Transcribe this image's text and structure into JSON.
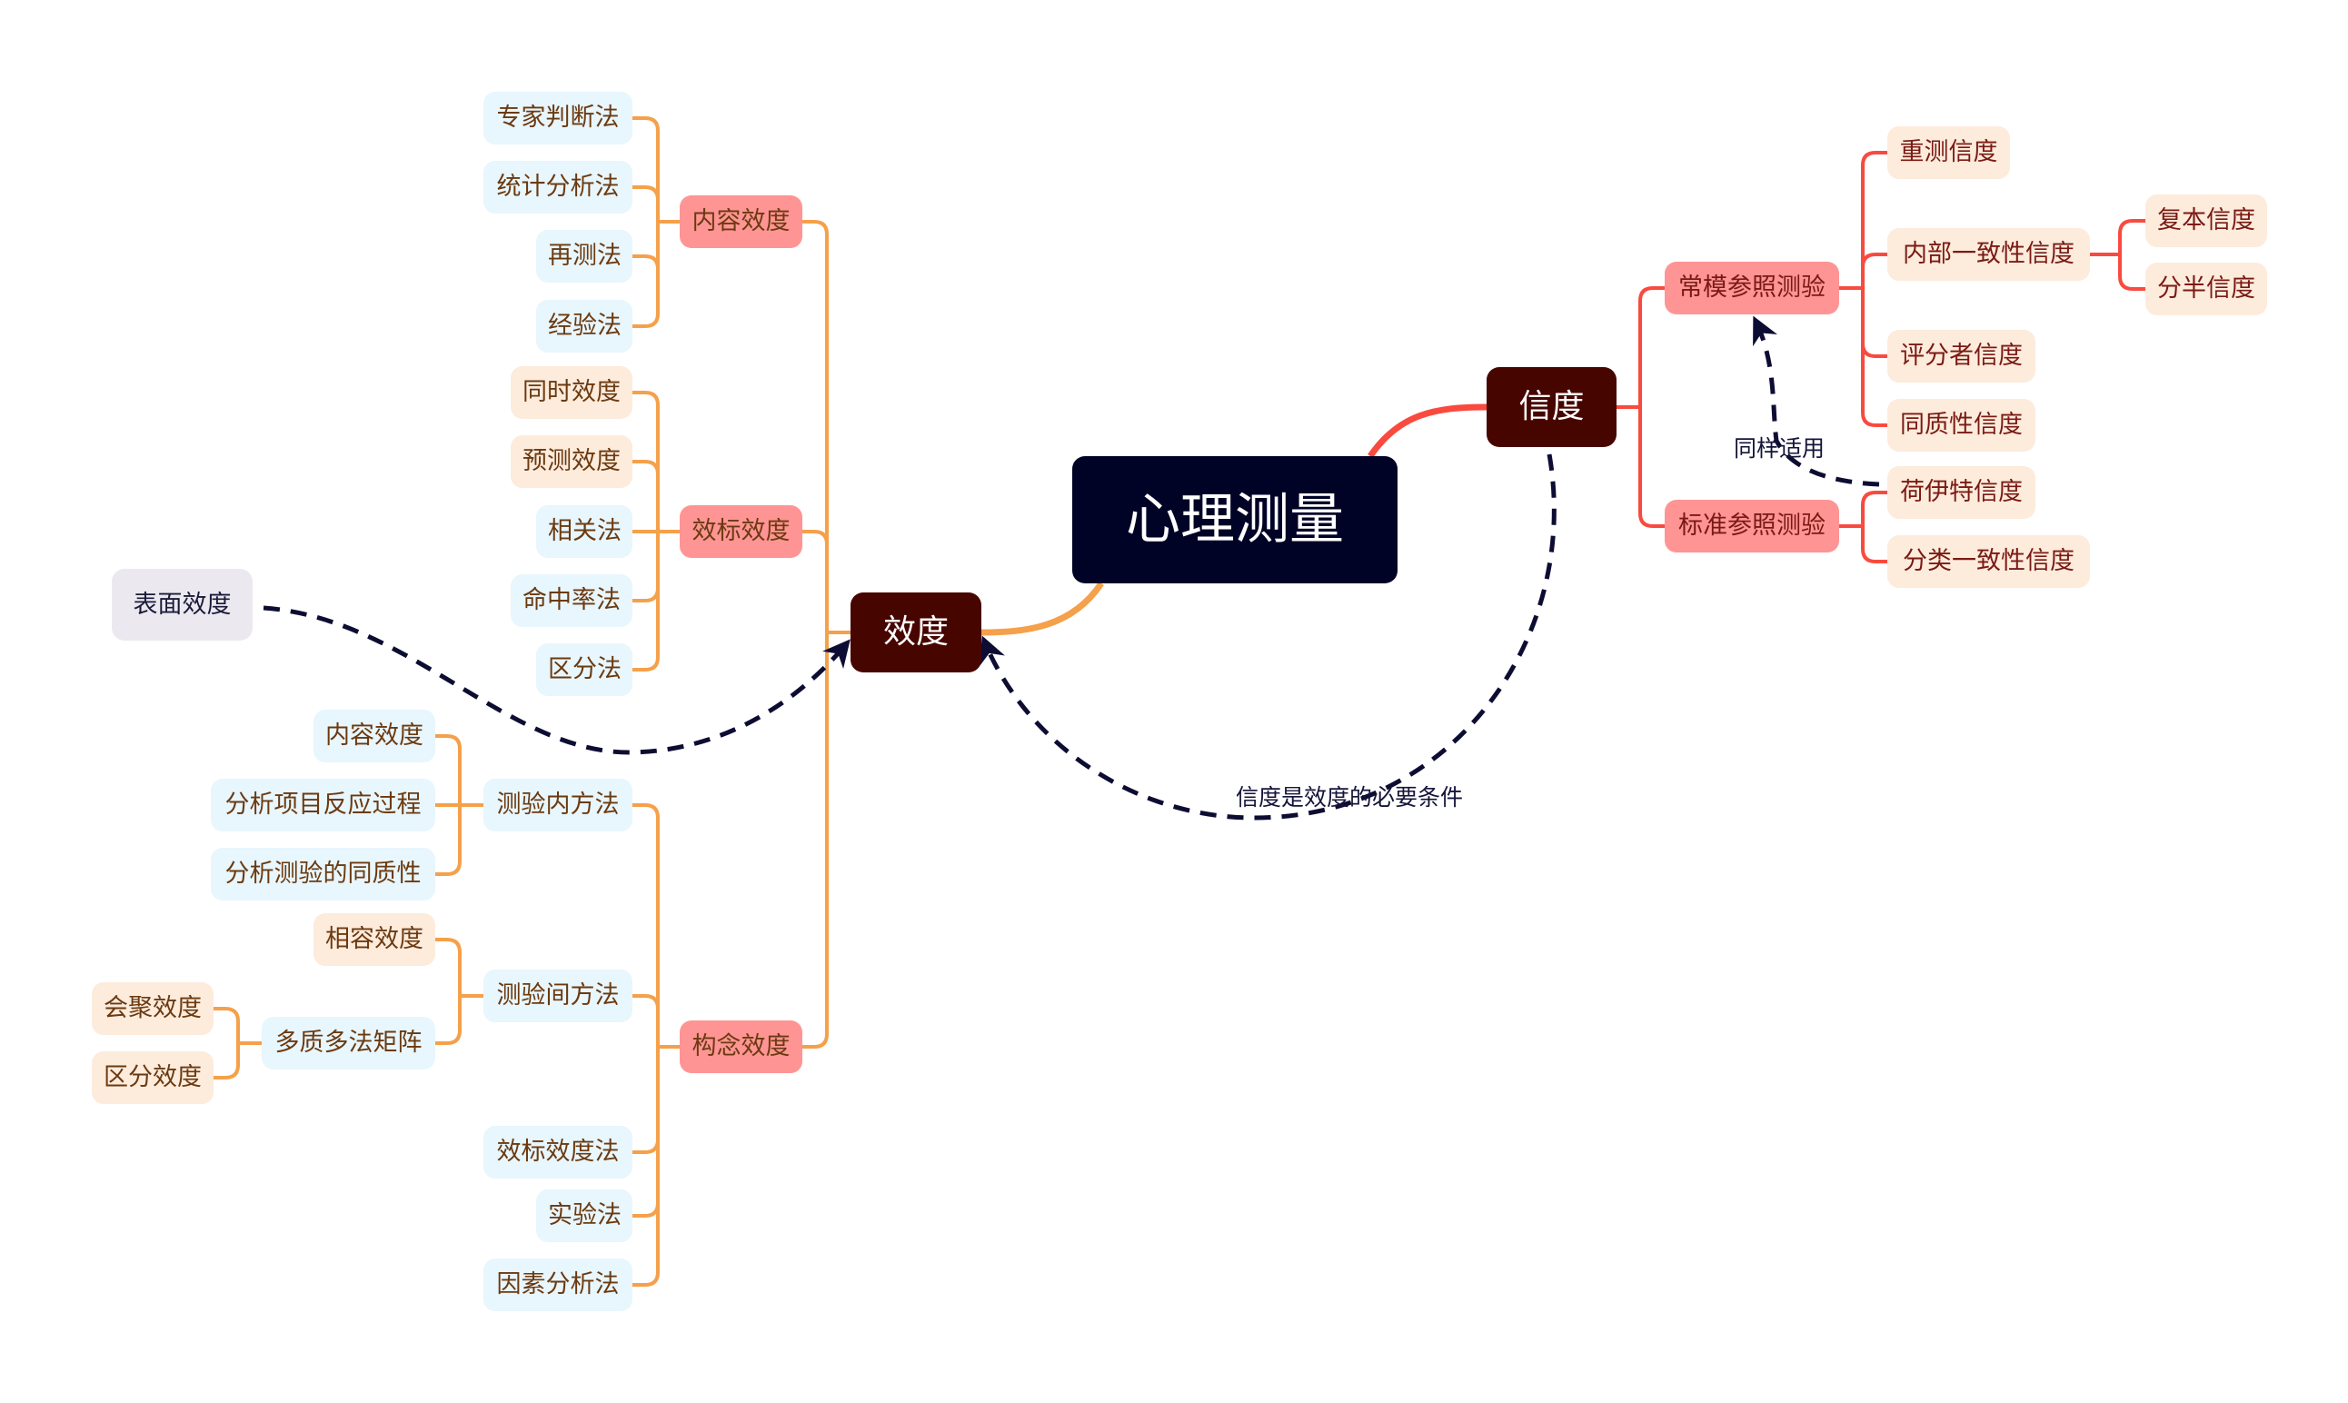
{
  "root": {
    "label": "心理测量"
  },
  "validity": {
    "label": "效度",
    "content_validity": {
      "label": "内容效度",
      "methods": [
        "专家判断法",
        "统计分析法",
        "再测法",
        "经验法"
      ]
    },
    "criterion_validity": {
      "label": "效标效度",
      "types": [
        "同时效度",
        "预测效度"
      ],
      "methods": [
        "相关法",
        "命中率法",
        "区分法"
      ]
    },
    "construct_validity": {
      "label": "构念效度",
      "within_test": {
        "label": "测验内方法",
        "items": [
          "内容效度",
          "分析项目反应过程",
          "分析测验的同质性"
        ]
      },
      "between_test": {
        "label": "测验间方法",
        "items": [
          "相容效度"
        ],
        "mtmm": {
          "label": "多质多法矩阵",
          "items": [
            "会聚效度",
            "区分效度"
          ]
        }
      },
      "other_methods": [
        "效标效度法",
        "实验法",
        "因素分析法"
      ]
    }
  },
  "reliability": {
    "label": "信度",
    "norm_referenced": {
      "label": "常模参照测验",
      "items": [
        "重测信度",
        "内部一致性信度",
        "评分者信度",
        "同质性信度"
      ],
      "internal_consistency_children": [
        "复本信度",
        "分半信度"
      ]
    },
    "criterion_referenced": {
      "label": "标准参照测验",
      "items": [
        "荷伊特信度",
        "分类一致性信度"
      ]
    }
  },
  "floating": {
    "face_validity": "表面效度"
  },
  "relationships": {
    "reliability_to_validity": "信度是效度的必要条件",
    "hoyt_to_norm": "同样适用"
  },
  "colors": {
    "root_bg": "#000326",
    "main_bg": "#470500",
    "validity_branch": "#f5a04a",
    "reliability_branch": "#f94a3f",
    "sub_pink": "#ff9494",
    "leaf_blue": "#e8f6fd",
    "leaf_peach": "#fdebdc",
    "relationship_line": "#0d0d33"
  }
}
